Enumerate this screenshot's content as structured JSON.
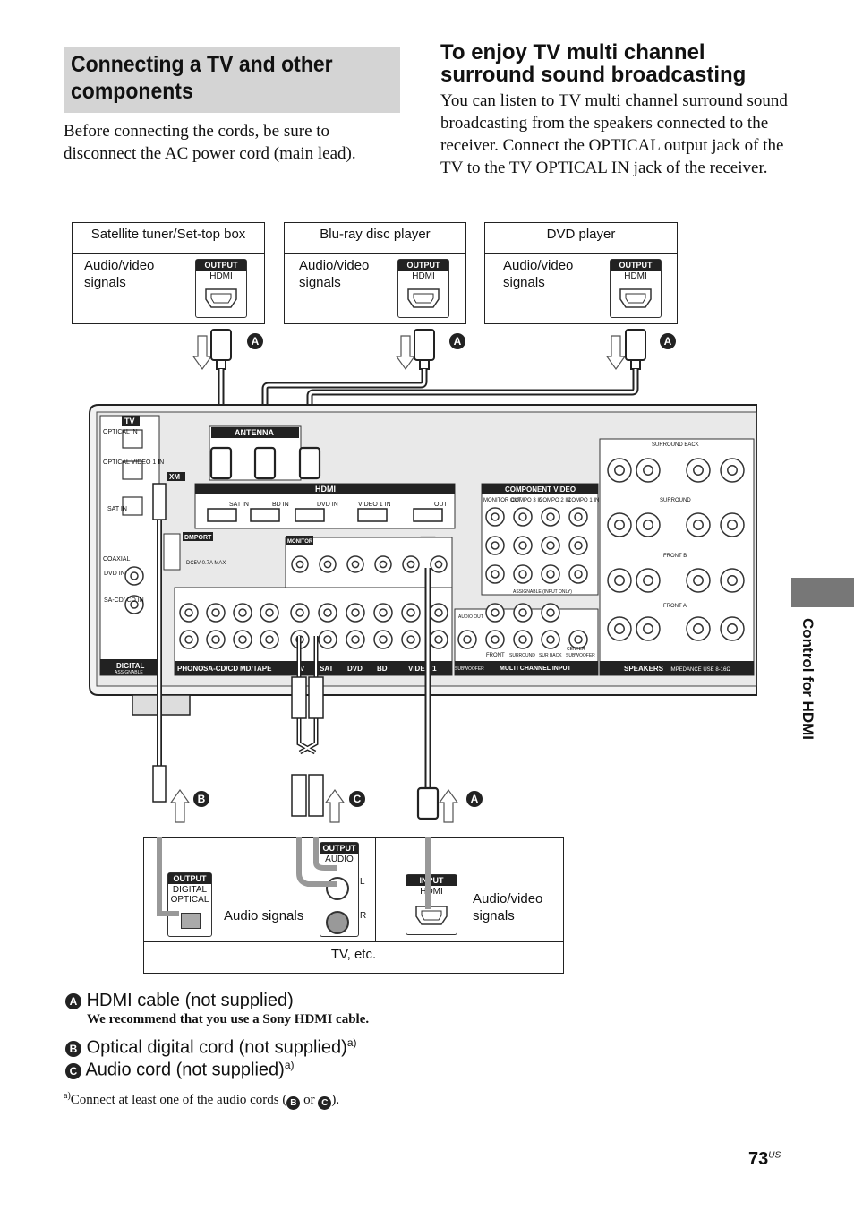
{
  "section": {
    "title_line1": "Connecting a TV and other",
    "title_line2": "components",
    "intro": "Before connecting the cords, be sure to disconnect the AC power cord (main lead)."
  },
  "subsection": {
    "title_line1": "To enjoy TV multi channel",
    "title_line2": "surround sound broadcasting",
    "body": "You can listen to TV multi channel surround sound broadcasting from the speakers connected to the receiver. Connect the OPTICAL output jack of the TV to the TV OPTICAL IN jack of the receiver."
  },
  "sources": [
    {
      "name": "Satellite tuner/Set-top box",
      "signal_line1": "Audio/video",
      "signal_line2": "signals",
      "port_cap": "OUTPUT",
      "port_sub": "HDMI",
      "cable": "A"
    },
    {
      "name": "Blu-ray disc player",
      "signal_line1": "Audio/video",
      "signal_line2": "signals",
      "port_cap": "OUTPUT",
      "port_sub": "HDMI",
      "cable": "A"
    },
    {
      "name": "DVD player",
      "signal_line1": "Audio/video",
      "signal_line2": "signals",
      "port_cap": "OUTPUT",
      "port_sub": "HDMI",
      "cable": "A"
    }
  ],
  "receiver": {
    "tv_label": "TV",
    "optical_in": "OPTICAL IN",
    "optical_video1": "OPTICAL VIDEO 1 IN",
    "optical_sat": "SAT IN",
    "xm": "XM",
    "antenna": "ANTENNA",
    "hdmi": "HDMI",
    "hdmi_ports": [
      "SAT IN",
      "BD IN",
      "DVD IN",
      "VIDEO 1 IN",
      "OUT"
    ],
    "dmport": "DMPORT",
    "dc": "DC5V 0.7A MAX",
    "coaxial": "COAXIAL",
    "coax_dvd": "DVD IN",
    "coax_sacd": "SA-CD/ CD IN",
    "digital": "DIGITAL",
    "assignable": "ASSIGNABLE",
    "monitor": "MONITOR",
    "component_video": "COMPONENT VIDEO",
    "component_cols": [
      "MONITOR OUT",
      "COMPO 3 IN",
      "COMPO 2 IN",
      "COMPO 1 IN"
    ],
    "assignable_input_only": "ASSIGNABLE (INPUT ONLY)",
    "bottom_labels": [
      "PHONO",
      "SA-CD/CD",
      "MD/TAPE",
      "TV",
      "SAT",
      "DVD",
      "BD",
      "VIDEO 1"
    ],
    "subwoofer": "SUBWOOFER",
    "audio_out": "AUDIO OUT",
    "multi_channel_input": "MULTI CHANNEL INPUT",
    "multi_labels": [
      "FRONT",
      "SURROUND",
      "SUR BACK",
      "SUBWOOFER",
      "CENTER"
    ],
    "speakers": "SPEAKERS",
    "impedance": "IMPEDANCE USE 8-16Ω",
    "speaker_groups": [
      "SURROUND BACK",
      "SURROUND",
      "FRONT B",
      "FRONT A"
    ]
  },
  "tv": {
    "name": "TV, etc.",
    "optical_cap": "OUTPUT",
    "optical_sub1": "DIGITAL",
    "optical_sub2": "OPTICAL",
    "audio_signals": "Audio signals",
    "audio_cap": "OUTPUT",
    "audio_sub": "AUDIO",
    "audio_l": "L",
    "audio_r": "R",
    "input_cap": "INPUT",
    "input_sub": "HDMI",
    "av_line1": "Audio/video",
    "av_line2": "signals"
  },
  "badges": {
    "a": "A",
    "b": "B",
    "c": "C"
  },
  "legend": {
    "a_text": "HDMI cable (not supplied)",
    "a_note": "We recommend that you use a Sony HDMI cable.",
    "b_text": "Optical digital cord (not supplied)",
    "c_text": "Audio cord (not supplied)",
    "sup": "a)",
    "footnote_mark": "a)",
    "footnote_text": "Connect at least one of the audio cords (",
    "footnote_or": "or",
    "footnote_end": ")."
  },
  "side_tab": "Control for HDMI",
  "page": {
    "number": "73",
    "suffix": "US"
  }
}
